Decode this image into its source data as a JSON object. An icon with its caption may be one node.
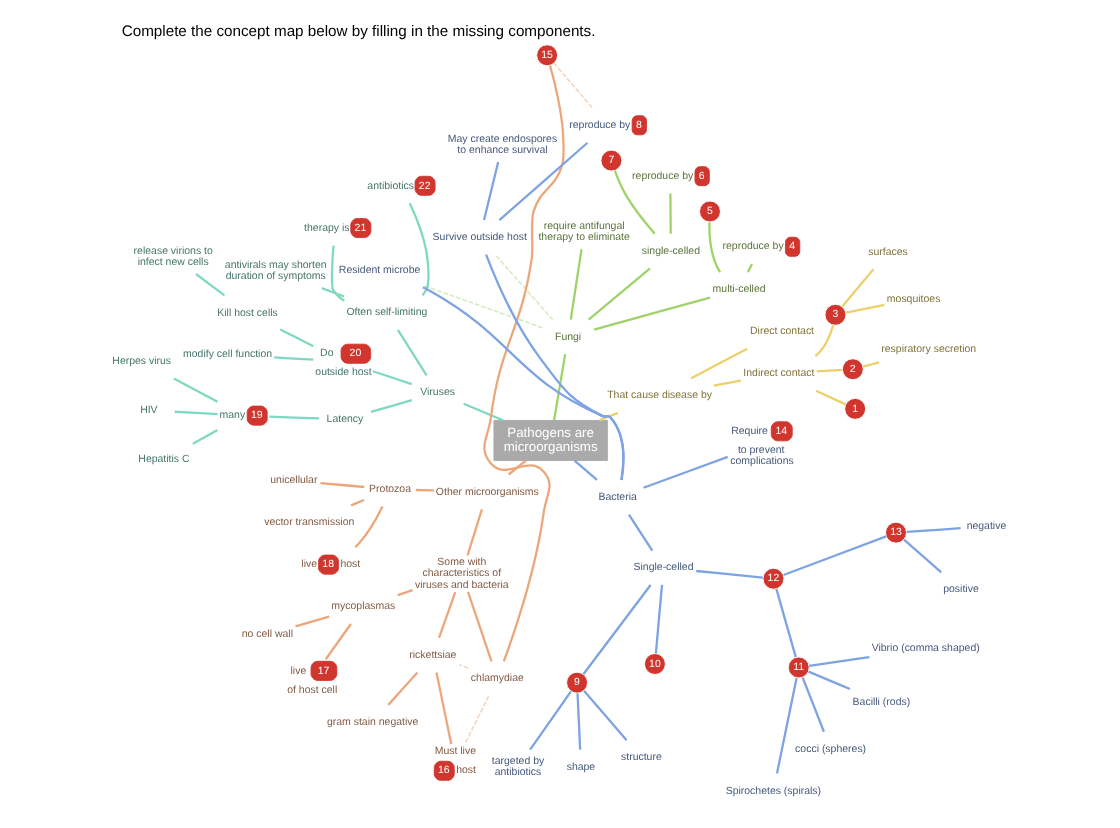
{
  "diagram": {
    "title": "Complete the concept map below by filling in the missing components.",
    "nodes": [
      {
        "text": [
          "Pathogens are microorganisms"
        ]
      },
      {
        "text": [
          "That cause disease by"
        ]
      },
      {
        "text": [
          "Indirect contact"
        ]
      },
      {
        "text": [
          "1"
        ]
      },
      {
        "text": [
          "2"
        ]
      },
      {
        "text": [
          "respiratory secretion"
        ]
      },
      {
        "text": [
          "3"
        ]
      },
      {
        "text": [
          "mosquitoes"
        ]
      },
      {
        "text": [
          "surfaces"
        ]
      },
      {
        "text": [
          "Direct contact"
        ]
      },
      {
        "text": [
          "Fungi"
        ]
      },
      {
        "text": [
          "multi-celled"
        ]
      },
      {
        "text": [
          "reproduce by",
          "4"
        ]
      },
      {
        "text": [
          "5"
        ]
      },
      {
        "text": [
          "single-celled"
        ]
      },
      {
        "text": [
          "reproduce by",
          "6"
        ]
      },
      {
        "text": [
          "7"
        ]
      },
      {
        "text": [
          "require antifungal therapy to eliminate"
        ]
      },
      {
        "text": [
          "Viruses"
        ]
      },
      {
        "text": [
          "Often self-limiting"
        ]
      },
      {
        "text": [
          "antibiotics",
          "22"
        ]
      },
      {
        "text": [
          "therapy is",
          "21"
        ]
      },
      {
        "text": [
          "antivirals may shorten duration of symptoms"
        ]
      },
      {
        "text": [
          "Do",
          "20",
          "outside host"
        ]
      },
      {
        "text": [
          "Kill host cells"
        ]
      },
      {
        "text": [
          "release virions to infect new cells"
        ]
      },
      {
        "text": [
          "modify cell function"
        ]
      },
      {
        "text": [
          "Latency"
        ]
      },
      {
        "text": [
          "many",
          "19"
        ]
      },
      {
        "text": [
          "Herpes virus"
        ]
      },
      {
        "text": [
          "HIV"
        ]
      },
      {
        "text": [
          "Hepatitis C"
        ]
      },
      {
        "text": [
          "Other microorganisms"
        ]
      },
      {
        "text": [
          "Protozoa"
        ]
      },
      {
        "text": [
          "unicellular"
        ]
      },
      {
        "text": [
          "vector transmission"
        ]
      },
      {
        "text": [
          "live",
          "18",
          "host"
        ]
      },
      {
        "text": [
          "Some with characteristics of viruses and bacteria"
        ]
      },
      {
        "text": [
          "mycoplasmas"
        ]
      },
      {
        "text": [
          "no cell wall"
        ]
      },
      {
        "text": [
          "live",
          "17",
          "of host cell"
        ]
      },
      {
        "text": [
          "rickettsiae"
        ]
      },
      {
        "text": [
          "gram stain negative"
        ]
      },
      {
        "text": [
          "Must live",
          "16",
          "host"
        ]
      },
      {
        "text": [
          "chlamydiae"
        ]
      },
      {
        "text": [
          "15"
        ]
      },
      {
        "text": [
          "Bacteria"
        ]
      },
      {
        "text": [
          "Survive outside host"
        ]
      },
      {
        "text": [
          "reproduce by",
          "8"
        ]
      },
      {
        "text": [
          "May create endospores to enhance survival"
        ]
      },
      {
        "text": [
          "Resident microbe"
        ]
      },
      {
        "text": [
          "Single-celled"
        ]
      },
      {
        "text": [
          "9"
        ]
      },
      {
        "text": [
          "targeted by antibiotics"
        ]
      },
      {
        "text": [
          "shape"
        ]
      },
      {
        "text": [
          "structure"
        ]
      },
      {
        "text": [
          "10"
        ]
      },
      {
        "text": [
          "12"
        ]
      },
      {
        "text": [
          "11"
        ]
      },
      {
        "text": [
          "Spirochetes (spirals)"
        ]
      },
      {
        "text": [
          "cocci (spheres)"
        ]
      },
      {
        "text": [
          "Bacilli (rods)"
        ]
      },
      {
        "text": [
          "Vibrio (comma shaped)"
        ]
      },
      {
        "text": [
          "13"
        ]
      },
      {
        "text": [
          "positive"
        ]
      },
      {
        "text": [
          "negative"
        ]
      },
      {
        "text": [
          "Require",
          "14",
          "to prevent complications"
        ]
      }
    ],
    "edges": [
      {
        "from": 0,
        "to": 1,
        "arrow": "none",
        "color": "#ecd06a"
      },
      {
        "from": 1,
        "to": 2,
        "arrow": "none",
        "color": "#ecd06a"
      },
      {
        "from": 2,
        "to": 3,
        "arrow": "none",
        "color": "#ecd06a"
      },
      {
        "from": 2,
        "to": 4,
        "arrow": "none",
        "color": "#ecd06a"
      },
      {
        "from": 4,
        "to": 5,
        "arrow": "none",
        "color": "#ecd06a"
      },
      {
        "from": 2,
        "to": 6,
        "arrow": "none",
        "color": "#ecd06a"
      },
      {
        "from": 6,
        "to": 7,
        "arrow": "none",
        "color": "#ecd06a"
      },
      {
        "from": 6,
        "to": 8,
        "arrow": "none",
        "color": "#ecd06a"
      },
      {
        "from": 1,
        "to": 9,
        "arrow": "none",
        "color": "#ecd06a"
      },
      {
        "from": 0,
        "to": 10,
        "arrow": "none",
        "color": "#9fd36a"
      },
      {
        "from": 10,
        "to": 11,
        "arrow": "none",
        "color": "#9fd36a"
      },
      {
        "from": 11,
        "to": 12,
        "arrow": "none",
        "color": "#9fd36a"
      },
      {
        "from": 11,
        "to": 13,
        "arrow": "none",
        "color": "#9fd36a"
      },
      {
        "from": 10,
        "to": 14,
        "arrow": "none",
        "color": "#9fd36a"
      },
      {
        "from": 14,
        "to": 15,
        "arrow": "none",
        "color": "#9fd36a"
      },
      {
        "from": 14,
        "to": 16,
        "arrow": "none",
        "color": "#9fd36a"
      },
      {
        "from": 10,
        "to": 17,
        "arrow": "none",
        "color": "#9fd36a"
      },
      {
        "from": 0,
        "to": 18,
        "arrow": "none",
        "color": "#7fd8c2"
      },
      {
        "from": 18,
        "to": 19,
        "arrow": "none",
        "color": "#7fd8c2"
      },
      {
        "from": 19,
        "to": 20,
        "arrow": "none",
        "color": "#7fd8c2"
      },
      {
        "from": 19,
        "to": 21,
        "arrow": "none",
        "color": "#7fd8c2"
      },
      {
        "from": 19,
        "to": 22,
        "arrow": "none",
        "color": "#7fd8c2"
      },
      {
        "from": 18,
        "to": 23,
        "arrow": "none",
        "color": "#7fd8c2"
      },
      {
        "from": 23,
        "to": 24,
        "arrow": "none",
        "color": "#7fd8c2"
      },
      {
        "from": 24,
        "to": 25,
        "arrow": "none",
        "color": "#7fd8c2"
      },
      {
        "from": 23,
        "to": 26,
        "arrow": "none",
        "color": "#7fd8c2"
      },
      {
        "from": 18,
        "to": 27,
        "arrow": "none",
        "color": "#7fd8c2"
      },
      {
        "from": 27,
        "to": 28,
        "arrow": "none",
        "color": "#7fd8c2"
      },
      {
        "from": 28,
        "to": 29,
        "arrow": "none",
        "color": "#7fd8c2"
      },
      {
        "from": 28,
        "to": 30,
        "arrow": "none",
        "color": "#7fd8c2"
      },
      {
        "from": 28,
        "to": 31,
        "arrow": "none",
        "color": "#7fd8c2"
      },
      {
        "from": 0,
        "to": 32,
        "arrow": "none",
        "color": "#eba77a"
      },
      {
        "from": 32,
        "to": 33,
        "arrow": "none",
        "color": "#eba77a"
      },
      {
        "from": 33,
        "to": 34,
        "arrow": "none",
        "color": "#eba77a"
      },
      {
        "from": 33,
        "to": 35,
        "arrow": "none",
        "color": "#eba77a"
      },
      {
        "from": 33,
        "to": 36,
        "arrow": "none",
        "color": "#eba77a"
      },
      {
        "from": 32,
        "to": 37,
        "arrow": "none",
        "color": "#eba77a"
      },
      {
        "from": 37,
        "to": 38,
        "arrow": "none",
        "color": "#eba77a"
      },
      {
        "from": 38,
        "to": 39,
        "arrow": "none",
        "color": "#eba77a"
      },
      {
        "from": 38,
        "to": 40,
        "arrow": "none",
        "color": "#eba77a"
      },
      {
        "from": 37,
        "to": 41,
        "arrow": "none",
        "color": "#eba77a"
      },
      {
        "from": 41,
        "to": 42,
        "arrow": "none",
        "color": "#eba77a"
      },
      {
        "from": 41,
        "to": 43,
        "arrow": "none",
        "color": "#eba77a"
      },
      {
        "from": 37,
        "to": 44,
        "arrow": "none",
        "color": "#eba77a"
      },
      {
        "from": 44,
        "to": 45,
        "arrow": "none",
        "color": "#eba77a"
      },
      {
        "from": 0,
        "to": 46,
        "arrow": "none",
        "color": "#7ea3e3"
      },
      {
        "from": 46,
        "to": 47,
        "arrow": "none",
        "color": "#7ea3e3"
      },
      {
        "from": 47,
        "to": 48,
        "arrow": "none",
        "color": "#7ea3e3"
      },
      {
        "from": 47,
        "to": 49,
        "arrow": "none",
        "color": "#7ea3e3"
      },
      {
        "from": 46,
        "to": 50,
        "arrow": "none",
        "color": "#7ea3e3"
      },
      {
        "from": 46,
        "to": 51,
        "arrow": "none",
        "color": "#7ea3e3"
      },
      {
        "from": 51,
        "to": 52,
        "arrow": "none",
        "color": "#7ea3e3"
      },
      {
        "from": 52,
        "to": 53,
        "arrow": "none",
        "color": "#7ea3e3"
      },
      {
        "from": 52,
        "to": 54,
        "arrow": "none",
        "color": "#7ea3e3"
      },
      {
        "from": 52,
        "to": 55,
        "arrow": "none",
        "color": "#7ea3e3"
      },
      {
        "from": 51,
        "to": 56,
        "arrow": "none",
        "color": "#7ea3e3"
      },
      {
        "from": 51,
        "to": 57,
        "arrow": "none",
        "color": "#7ea3e3"
      },
      {
        "from": 57,
        "to": 58,
        "arrow": "none",
        "color": "#7ea3e3"
      },
      {
        "from": 58,
        "to": 59,
        "arrow": "none",
        "color": "#7ea3e3"
      },
      {
        "from": 58,
        "to": 60,
        "arrow": "none",
        "color": "#7ea3e3"
      },
      {
        "from": 58,
        "to": 61,
        "arrow": "none",
        "color": "#7ea3e3"
      },
      {
        "from": 58,
        "to": 62,
        "arrow": "none",
        "color": "#7ea3e3"
      },
      {
        "from": 57,
        "to": 63,
        "arrow": "none",
        "color": "#7ea3e3"
      },
      {
        "from": 63,
        "to": 64,
        "arrow": "none",
        "color": "#7ea3e3"
      },
      {
        "from": 63,
        "to": 65,
        "arrow": "none",
        "color": "#7ea3e3"
      },
      {
        "from": 46,
        "to": 66,
        "arrow": "none",
        "color": "#7ea3e3"
      },
      {
        "from": 10,
        "to": 47,
        "arrow": "none",
        "style": "dashed",
        "color": "#d4ebbd"
      },
      {
        "from": 10,
        "to": 50,
        "arrow": "none",
        "style": "dashed",
        "color": "#d4ebbd"
      },
      {
        "from": 44,
        "to": 41,
        "arrow": "none",
        "style": "dashed",
        "color": "#f7d3b8"
      },
      {
        "from": 44,
        "to": 43,
        "arrow": "none",
        "style": "dashed",
        "color": "#f7d3b8"
      },
      {
        "from": 45,
        "to": 48,
        "arrow": "none",
        "style": "dashed",
        "color": "#f7d3b8"
      }
    ]
  }
}
